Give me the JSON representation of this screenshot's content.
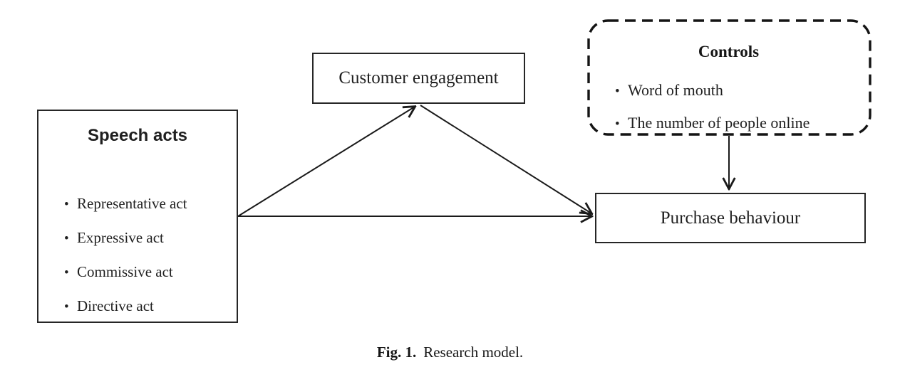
{
  "figure": {
    "caption": {
      "label": "Fig. 1.",
      "text": "Research model."
    },
    "nodes": {
      "speech_acts": {
        "title": "Speech acts",
        "items": [
          "Representative act",
          "Expressive act",
          "Commissive act",
          "Directive act"
        ]
      },
      "customer_engagement": {
        "label": "Customer engagement"
      },
      "controls": {
        "title": "Controls",
        "items": [
          "Word of mouth",
          "The number of people online"
        ]
      },
      "purchase_behaviour": {
        "label": "Purchase behaviour"
      }
    },
    "edges": [
      {
        "from": "Speech acts",
        "to": "Customer engagement"
      },
      {
        "from": "Customer engagement",
        "to": "Purchase behaviour"
      },
      {
        "from": "Speech acts",
        "to": "Purchase behaviour"
      },
      {
        "from": "Controls",
        "to": "Purchase behaviour"
      }
    ],
    "colors": {
      "ink": "#1a1a1a",
      "background": "#ffffff"
    }
  }
}
